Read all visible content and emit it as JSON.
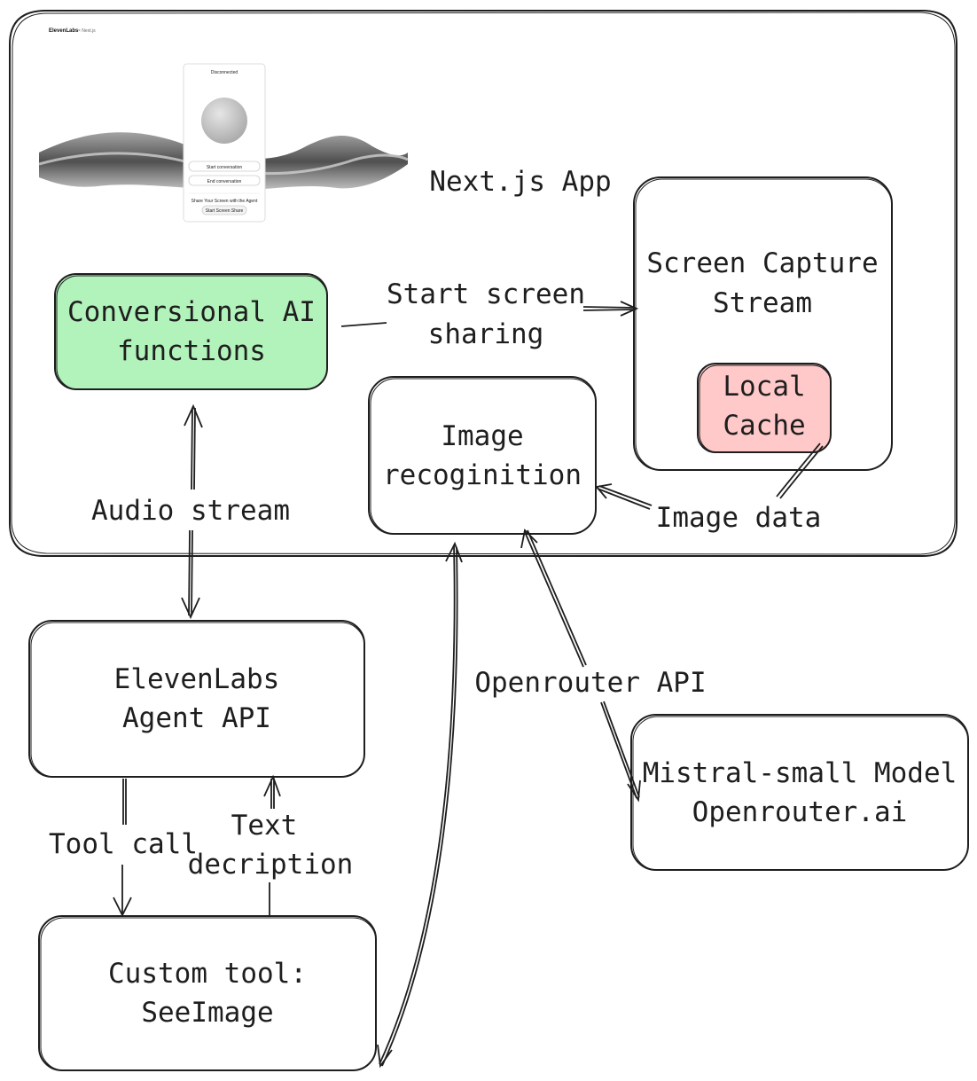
{
  "screenshot": {
    "brand": "ElevenLabs",
    "brand_suffix": "× Next.js",
    "status": "Disconnected",
    "start_button": "Start conversation",
    "end_button": "End conversation",
    "share_label": "Share Your Screen with the Agent",
    "share_button": "Start Screen Share"
  },
  "nodes": {
    "app_title": "Next.js App",
    "conversational_ai": [
      "Conversional AI",
      "functions"
    ],
    "screen_capture": [
      "Screen Capture",
      "Stream"
    ],
    "local_cache": [
      "Local",
      "Cache"
    ],
    "image_recognition": [
      "Image",
      "recoginition"
    ],
    "elevenlabs": [
      "ElevenLabs",
      "Agent API"
    ],
    "mistral": [
      "Mistral-small Model",
      "Openrouter.ai"
    ],
    "custom_tool": [
      "Custom tool:",
      "SeeImage"
    ]
  },
  "edges": {
    "start_screen_sharing": [
      "Start screen",
      "sharing"
    ],
    "audio_stream": "Audio stream",
    "image_data": "Image data",
    "openrouter_api": "Openrouter API",
    "tool_call": "Tool call",
    "text_description": [
      "Text",
      "decription"
    ]
  },
  "colors": {
    "conversational_ai_fill": "#b2f2bb",
    "local_cache_fill": "#ffc9c9",
    "stroke": "#1e1e1e"
  }
}
